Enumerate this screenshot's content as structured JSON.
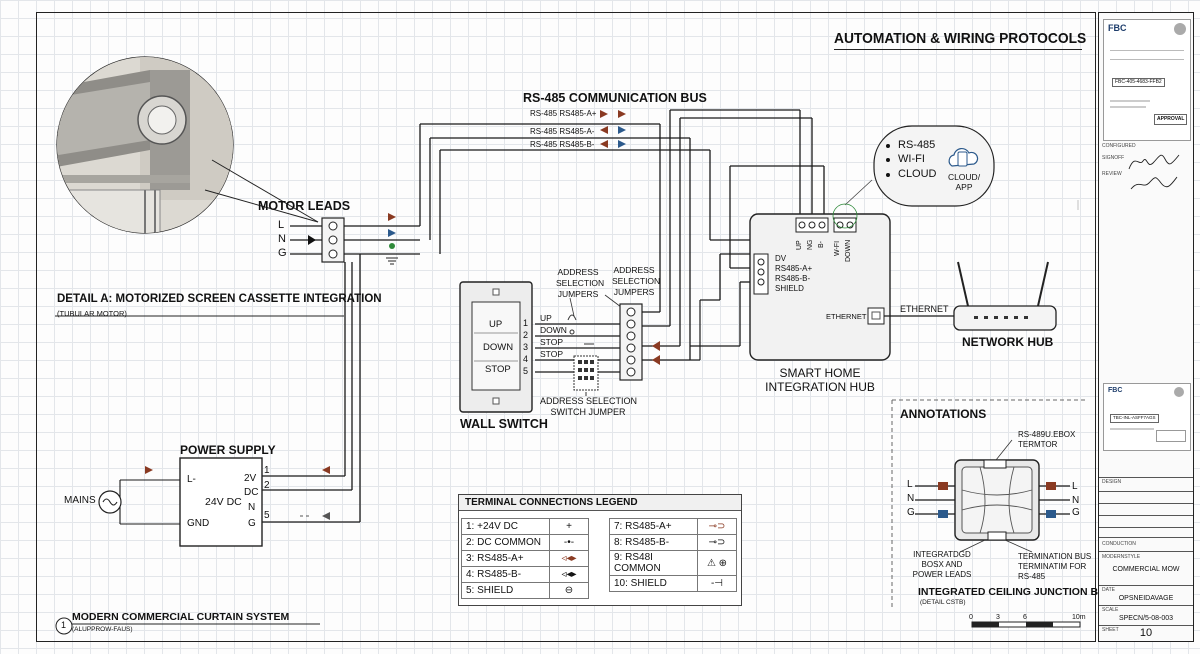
{
  "title": "AUTOMATION & WIRING PROTOCOLS",
  "bus": {
    "title": "RS-485 COMMUNICATION BUS",
    "lines": [
      "RS-485 RS485-A+",
      "RS-485 RS485-A-",
      "RS-485 RS485-B-"
    ]
  },
  "motor": {
    "title": "MOTOR LEADS",
    "leads": [
      "L",
      "N",
      "G"
    ]
  },
  "detail_a": {
    "title": "DETAIL A: MOTORIZED SCREEN CASSETTE INTEGRATION",
    "subtitle": "(TUBULAR MOTOR)"
  },
  "power": {
    "title": "POWER SUPPLY",
    "mains": "MAINS",
    "left_terms": [
      "L-",
      "GND"
    ],
    "center": "24V DC",
    "right_terms": [
      "2V",
      "DC",
      "N",
      "G"
    ],
    "pins": [
      "1",
      "2",
      "5"
    ]
  },
  "wall_switch": {
    "title": "WALL SWITCH",
    "buttons": [
      "UP",
      "DOWN",
      "STOP"
    ],
    "pins": [
      "1",
      "2",
      "3",
      "4",
      "5"
    ],
    "wires": [
      "UP",
      "DOWN",
      "STOP",
      "STOP"
    ],
    "jumper_label_1": [
      "ADDRESS",
      "SELECTION",
      "JUMPERS"
    ],
    "jumper_label_2": [
      "ADDRESS",
      "SELECTION",
      "JUMPERS"
    ],
    "switch_jumper": [
      "ADDRESS SELECTION",
      "SWITCH JUMPER"
    ]
  },
  "hub": {
    "title_1": "SMART HOME",
    "title_2": "INTEGRATION HUB",
    "top_terms": [
      "UP",
      "NG",
      "B-"
    ],
    "wifi_terms": [
      "W-FI",
      "DOWN"
    ],
    "side_terms": [
      "DV",
      "RS485-A+",
      "RS485-B-",
      "SHIELD"
    ],
    "ethernet_port": "ETHERNET",
    "ethernet_line": "ETHERNET"
  },
  "cloud": {
    "items": [
      "RS-485",
      "WI-FI",
      "CLOUD"
    ],
    "app": [
      "CLOUD/",
      "APP"
    ]
  },
  "network_hub": "NETWORK HUB",
  "legend": {
    "title": "TERMINAL CONNECTIONS LEGEND",
    "left": [
      "1: +24V DC",
      "2: DC COMMON",
      "3: RS485-A+",
      "4: RS485-B-",
      "5: SHIELD"
    ],
    "right": [
      "7: RS485-A+",
      "8: RS485-B-",
      "9: RS48I COMMON",
      "10: SHIELD"
    ]
  },
  "annotations": {
    "title": "ANNOTATIONS",
    "box_label": [
      "RS-489U.EBOX",
      "TERMTOR"
    ],
    "left_leads": [
      "L",
      "N",
      "G"
    ],
    "right_leads": [
      "L",
      "N",
      "G"
    ],
    "bottom_left": [
      "INTEGRATDGD",
      "BOSX AND",
      "POWER LEADS"
    ],
    "bottom_right": [
      "TERMINATION BUS",
      "TERMINATIM FOR",
      "RS-485"
    ],
    "caption": "INTEGRATED CEILING JUNCTION BOX",
    "sub": "(DETAIL CSTB)",
    "scale": [
      "0",
      "3",
      "6",
      "10m"
    ]
  },
  "footer": {
    "num": "1",
    "title": "MODERN COMMERCIAL CURTAIN SYSTEM",
    "sub": "(ALUPPROW-FAUS)"
  },
  "title_block": {
    "stamp_1": [
      "FBC",
      "FBC-405-4683-FFB2",
      "APPROVAL"
    ],
    "stamp_2": [
      "FBC",
      "TBC-INL-ASFF7AGS"
    ],
    "labels": [
      "CONFIGURED",
      "SIGNOFF",
      "REVIEW",
      "DESIGN",
      "CONDUCTION",
      "MODERNSTYLE",
      "DATE",
      "SCALE",
      "SHEET"
    ],
    "project": "COMMERCIAL MOW",
    "date": "OPSNEIDAVAGE",
    "scale": "SPECN/5-08-003",
    "sheet": "10"
  },
  "colors": {
    "red": "#8a3a22",
    "blue": "#2c5a8c",
    "green": "#2f8a3a",
    "line": "#1a1a1a"
  }
}
